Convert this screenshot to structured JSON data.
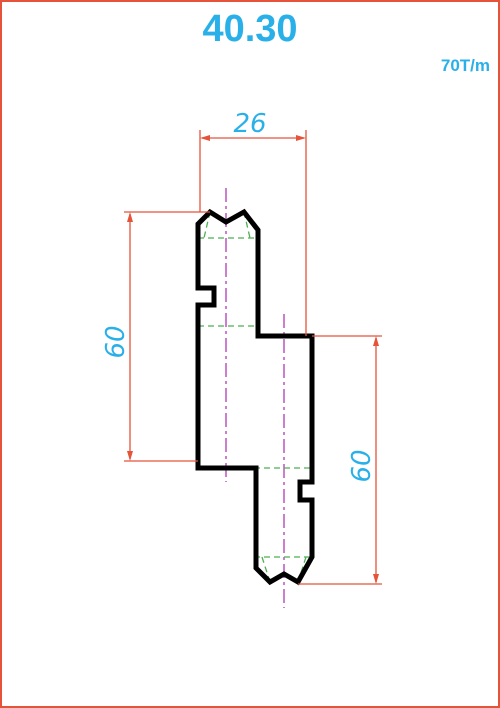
{
  "header": {
    "title": "40.30",
    "capacity": "70T/m"
  },
  "dimensions": {
    "width": "26",
    "upper_height": "60",
    "lower_height": "60"
  },
  "colors": {
    "frame": "#e5533a",
    "dimension_line": "#e5533a",
    "dimension_text": "#2ab0e8",
    "profile": "#000000",
    "centerline": "#b03ab5",
    "hidden_line": "#4caf50"
  }
}
